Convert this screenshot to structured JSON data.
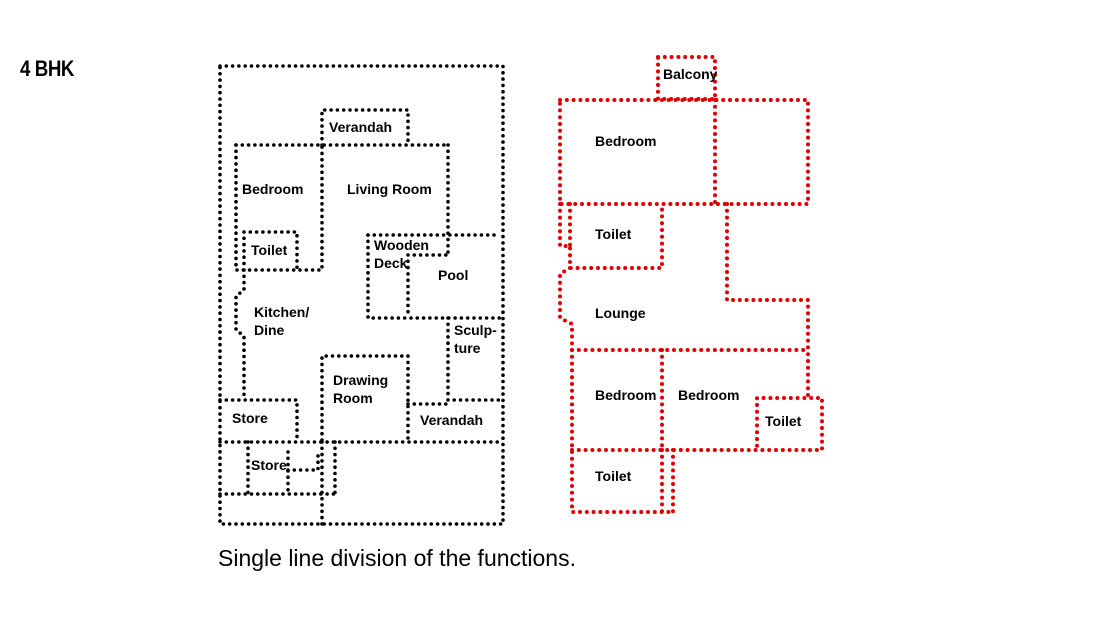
{
  "slide": {
    "title": "4 BHK",
    "caption": "Single line division of the functions."
  },
  "colors": {
    "ground_floor": "#000000",
    "first_floor": "#e00000"
  },
  "ground_floor_labels": {
    "verandah_top": "Verandah",
    "bedroom": "Bedroom",
    "living_room": "Living Room",
    "toilet": "Toilet",
    "wooden_deck_line1": "Wooden",
    "wooden_deck_line2": "Deck",
    "pool": "Pool",
    "kitchen_line1": "Kitchen/",
    "kitchen_line2": "Dine",
    "sculpture_line1": "Sculp-",
    "sculpture_line2": "ture",
    "drawing_line1": "Drawing",
    "drawing_line2": "Room",
    "store_1": "Store",
    "verandah_bottom": "Verandah",
    "store_2": "Store"
  },
  "first_floor_labels": {
    "balcony": "Balcony",
    "bedroom_top": "Bedroom",
    "toilet_top": "Toilet",
    "lounge": "Lounge",
    "bedroom_left": "Bedroom",
    "bedroom_mid": "Bedroom",
    "toilet_right": "Toilet",
    "toilet_bottom": "Toilet"
  }
}
